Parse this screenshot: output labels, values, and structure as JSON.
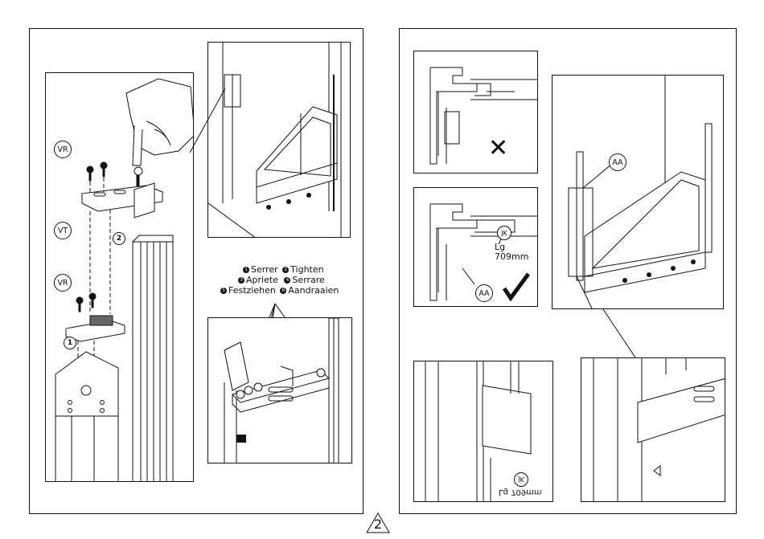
{
  "page_number": "2",
  "left": {
    "labels": {
      "vr_top": "VR",
      "vt": "VT",
      "vr_bottom": "VR",
      "step1": "1",
      "step2": "2"
    }
  },
  "legend": {
    "rows": [
      [
        {
          "n": "1",
          "t": "Serrer"
        },
        {
          "n": "2",
          "t": "Tighten"
        }
      ],
      [
        {
          "n": "3",
          "t": "Apriete"
        },
        {
          "n": "4",
          "t": "Serrare"
        }
      ],
      [
        {
          "n": "5",
          "t": "Festziehen"
        },
        {
          "n": "6",
          "t": "Aandraaien"
        }
      ]
    ]
  },
  "right": {
    "aa_top": "AA",
    "aa_correct": "AA",
    "jk": "JK",
    "length": "Lg 709mm",
    "jk_mirrored": "JK",
    "length_mirrored": "Lg 709mm"
  }
}
